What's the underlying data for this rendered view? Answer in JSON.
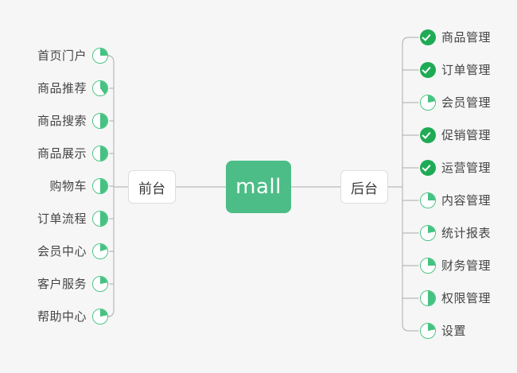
{
  "diagram": {
    "title": "mall",
    "center": {
      "label": "mall",
      "color": "#4cbd87"
    },
    "colors": {
      "background": "#f6f6f6",
      "center_fill": "#4cbd87",
      "progress_ring": "#45c281",
      "done_fill": "#1faa55",
      "connector": "#b9b9b9",
      "label_text": "#444444",
      "node_border": "#dddddd"
    },
    "branches": [
      {
        "side": "left",
        "node": {
          "label": "前台"
        },
        "items": [
          {
            "label": "首页门户",
            "status": "partial",
            "progress": 25
          },
          {
            "label": "商品推荐",
            "status": "partial",
            "progress": 40
          },
          {
            "label": "商品搜索",
            "status": "partial",
            "progress": 50
          },
          {
            "label": "商品展示",
            "status": "partial",
            "progress": 50
          },
          {
            "label": "购物车",
            "status": "partial",
            "progress": 50
          },
          {
            "label": "订单流程",
            "status": "partial",
            "progress": 50
          },
          {
            "label": "会员中心",
            "status": "partial",
            "progress": 20
          },
          {
            "label": "客户服务",
            "status": "partial",
            "progress": 22
          },
          {
            "label": "帮助中心",
            "status": "partial",
            "progress": 22
          }
        ]
      },
      {
        "side": "right",
        "node": {
          "label": "后台"
        },
        "items": [
          {
            "label": "商品管理",
            "status": "done",
            "progress": 100
          },
          {
            "label": "订单管理",
            "status": "done",
            "progress": 100
          },
          {
            "label": "会员管理",
            "status": "partial",
            "progress": 22
          },
          {
            "label": "促销管理",
            "status": "done",
            "progress": 100
          },
          {
            "label": "运营管理",
            "status": "done",
            "progress": 100
          },
          {
            "label": "内容管理",
            "status": "partial",
            "progress": 25
          },
          {
            "label": "统计报表",
            "status": "partial",
            "progress": 22
          },
          {
            "label": "财务管理",
            "status": "partial",
            "progress": 25
          },
          {
            "label": "权限管理",
            "status": "partial",
            "progress": 50
          },
          {
            "label": "设置",
            "status": "partial",
            "progress": 22
          }
        ]
      }
    ]
  }
}
